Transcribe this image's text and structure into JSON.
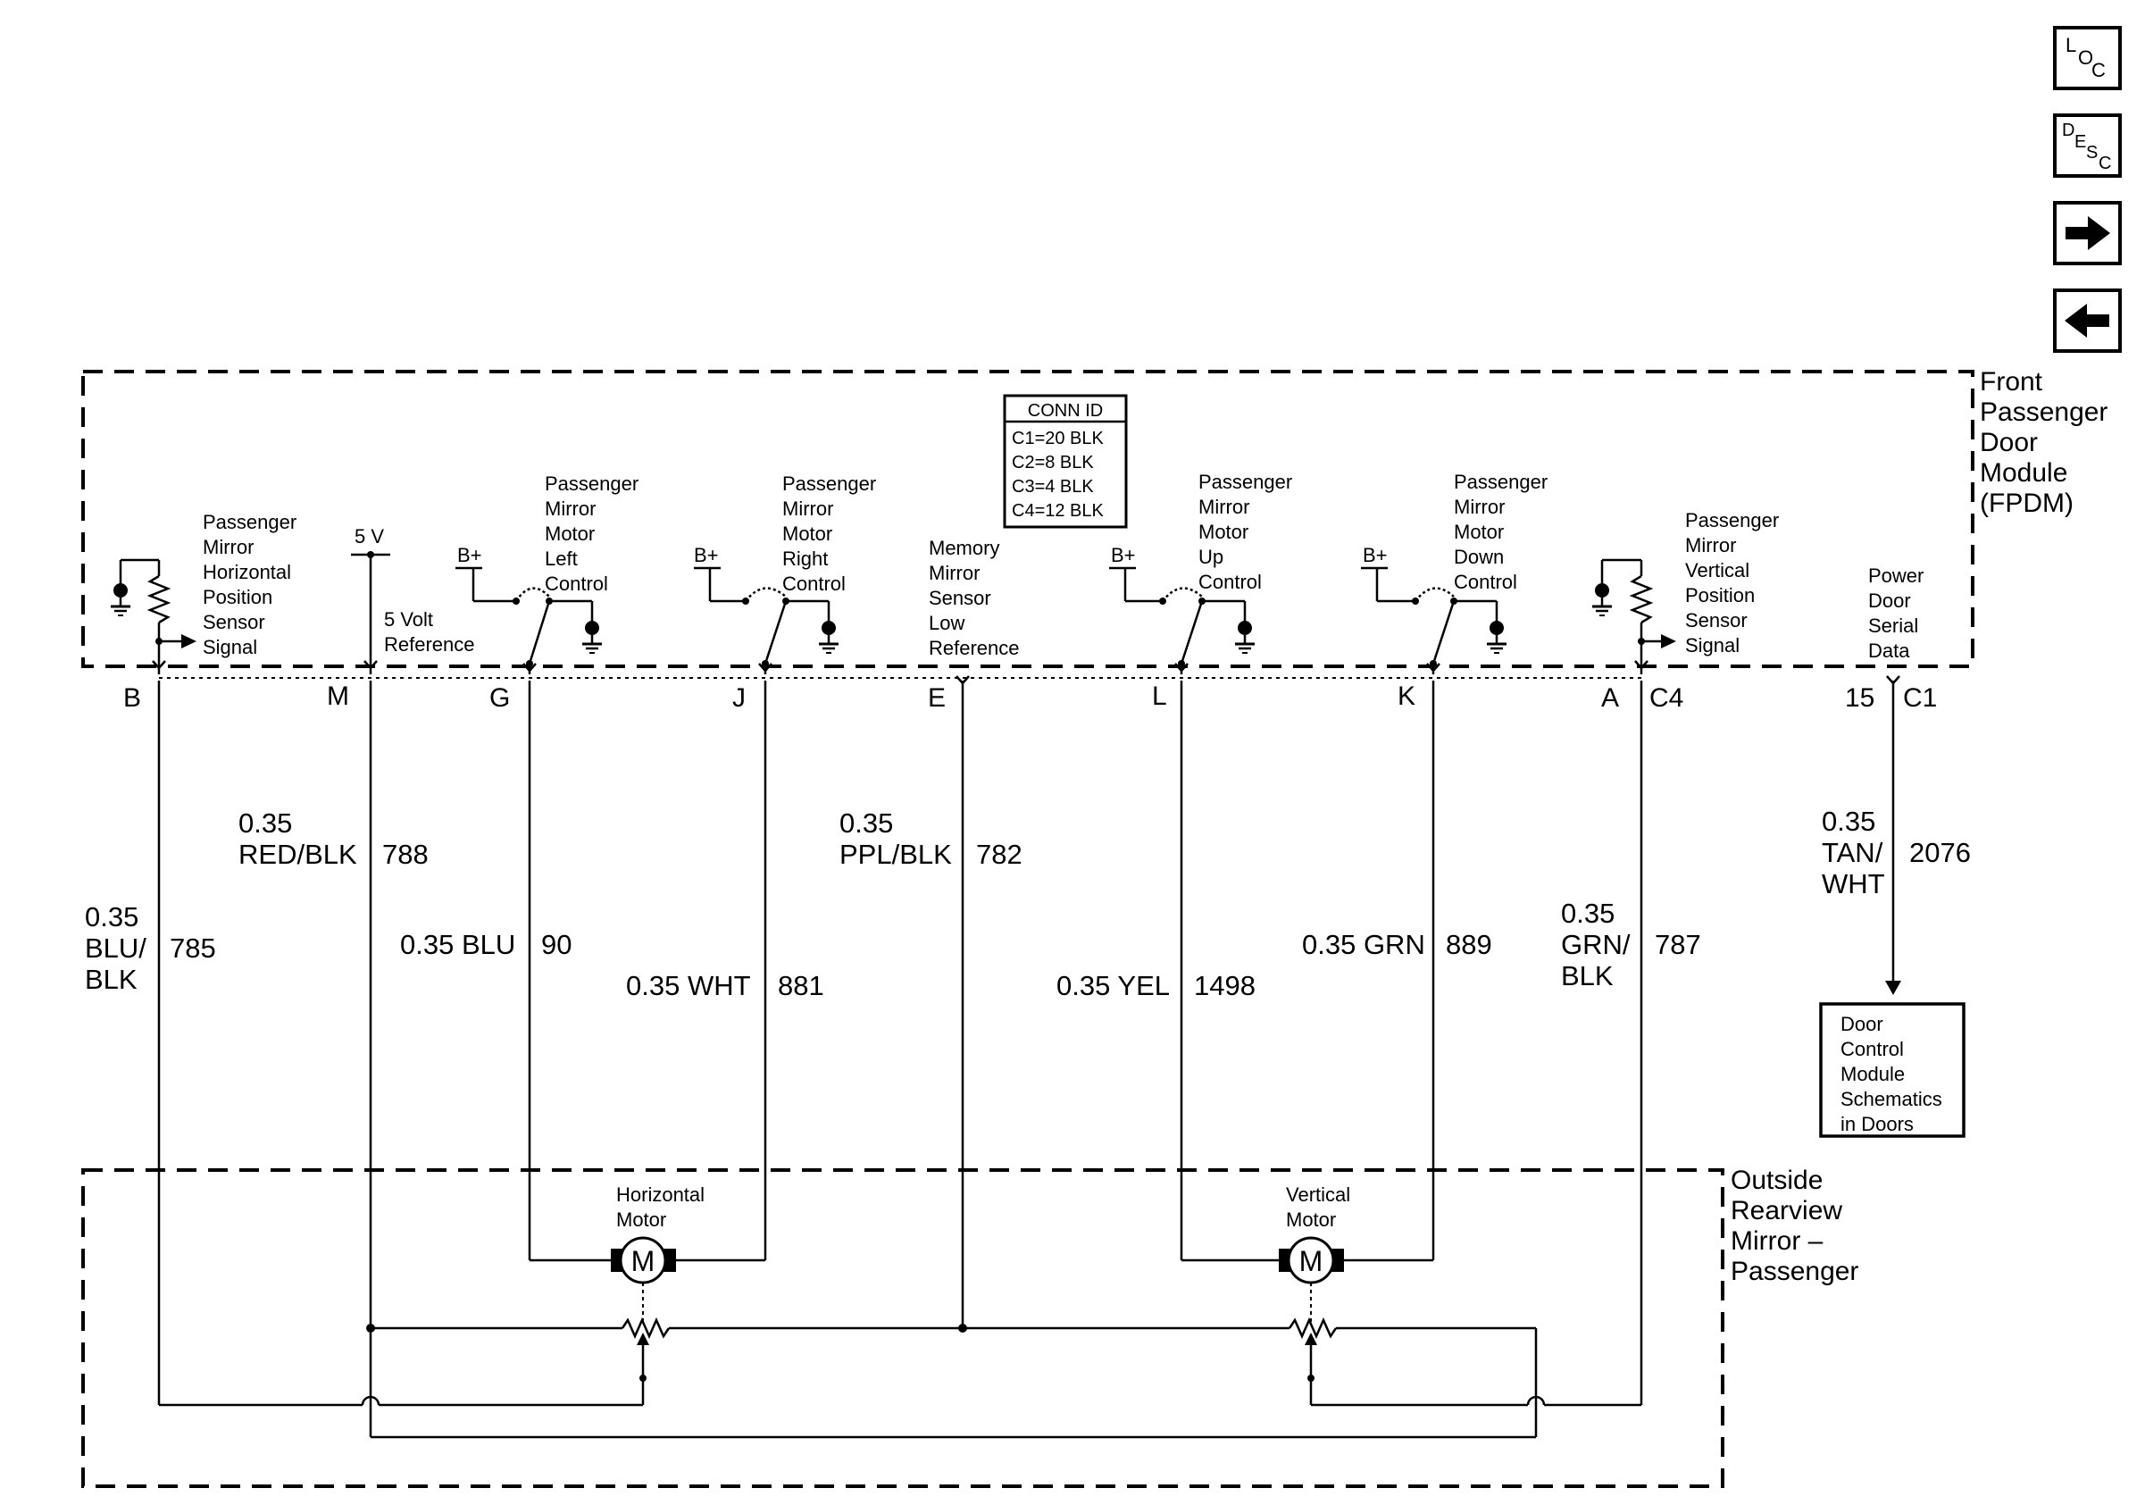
{
  "nav": {
    "loc": {
      "l1": "L",
      "l2": "O",
      "l3": "C"
    },
    "desc": {
      "l1": "D",
      "l2": "E",
      "l3": "S",
      "l4": "C"
    }
  },
  "modules": {
    "fpdm": [
      "Front",
      "Passenger",
      "Door",
      "Module",
      "(FPDM)"
    ],
    "mirror": [
      "Outside",
      "Rearview",
      "Mirror –",
      "Passenger"
    ]
  },
  "conn_id": {
    "title": "CONN ID",
    "rows": [
      "C1=20 BLK",
      "C2=8 BLK",
      "C3=4 BLK",
      "C4=12 BLK"
    ]
  },
  "labels": {
    "horiz_sensor": [
      "Passenger",
      "Mirror",
      "Horizontal",
      "Position",
      "Sensor",
      "Signal"
    ],
    "five_v": "5 V",
    "five_v_ref": [
      "5 Volt",
      "Reference"
    ],
    "left_ctrl": [
      "Passenger",
      "Mirror",
      "Motor",
      "Left",
      "Control"
    ],
    "right_ctrl": [
      "Passenger",
      "Mirror",
      "Motor",
      "Right",
      "Control"
    ],
    "mem_low_ref": [
      "Memory",
      "Mirror",
      "Sensor",
      "Low",
      "Reference"
    ],
    "up_ctrl": [
      "Passenger",
      "Mirror",
      "Motor",
      "Up",
      "Control"
    ],
    "down_ctrl": [
      "Passenger",
      "Mirror",
      "Motor",
      "Down",
      "Control"
    ],
    "vert_sensor": [
      "Passenger",
      "Mirror",
      "Vertical",
      "Position",
      "Sensor",
      "Signal"
    ],
    "serial": [
      "Power",
      "Door",
      "Serial",
      "Data"
    ],
    "bplus": "B+",
    "horizontal_motor": [
      "Horizontal",
      "Motor"
    ],
    "vertical_motor": [
      "Vertical",
      "Motor"
    ],
    "motor_symbol": "M",
    "dcm_ref": [
      "Door",
      "Control",
      "Module",
      "Schematics",
      "in Doors"
    ]
  },
  "pins": {
    "b": "B",
    "m": "M",
    "g": "G",
    "j": "J",
    "e": "E",
    "l": "L",
    "k": "K",
    "a": "A",
    "c4": "C4",
    "p15": "15",
    "c1": "C1"
  },
  "wires": {
    "w785": {
      "gauge": "0.35",
      "color": [
        "BLU/",
        "BLK"
      ],
      "circuit": "785"
    },
    "w788": {
      "gauge": "0.35",
      "color": "RED/BLK",
      "circuit": "788"
    },
    "w90": {
      "gauge_color": "0.35 BLU",
      "circuit": "90"
    },
    "w881": {
      "gauge_color": "0.35 WHT",
      "circuit": "881"
    },
    "w782": {
      "gauge": "0.35",
      "color": "PPL/BLK",
      "circuit": "782"
    },
    "w1498": {
      "gauge_color": "0.35 YEL",
      "circuit": "1498"
    },
    "w889": {
      "gauge_color": "0.35 GRN",
      "circuit": "889"
    },
    "w787": {
      "gauge": "0.35",
      "color": [
        "GRN/",
        "BLK"
      ],
      "circuit": "787"
    },
    "w2076": {
      "gauge": "0.35",
      "color": [
        "TAN/",
        "WHT"
      ],
      "circuit": "2076"
    }
  }
}
